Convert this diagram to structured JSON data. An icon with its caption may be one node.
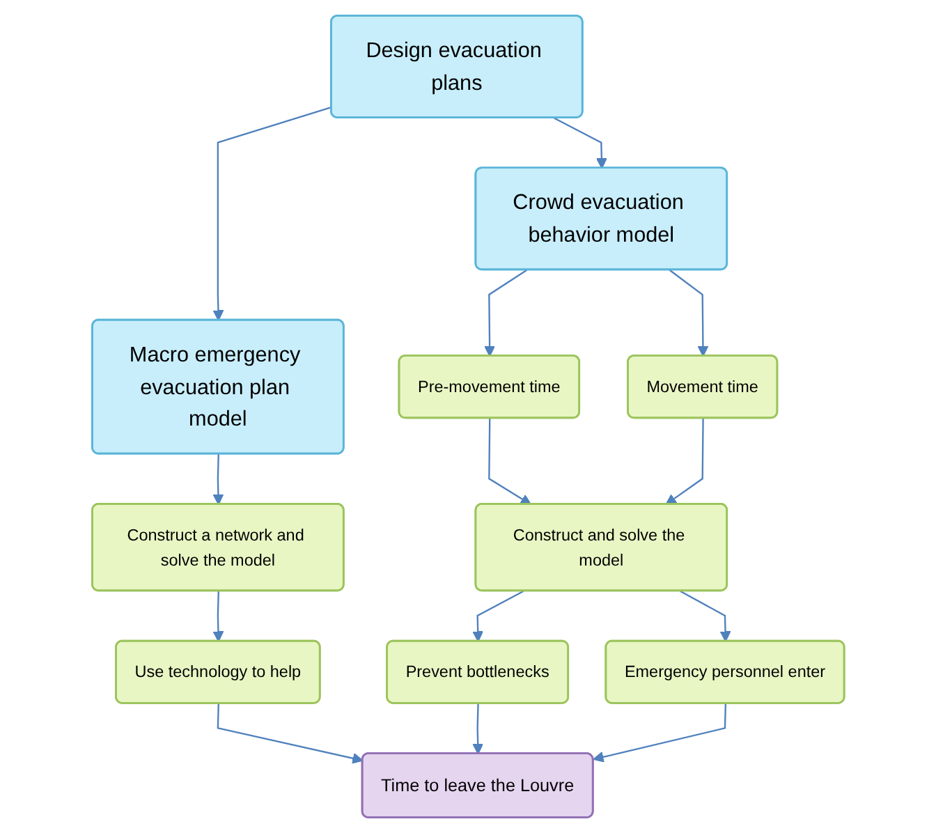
{
  "diagram": {
    "nodes": [
      {
        "text": [
          "Design evacuation plans"
        ]
      },
      {
        "text": [
          "Macro emergency evacuation plan model"
        ]
      },
      {
        "text": [
          "Crowd evacuation behavior model"
        ]
      },
      {
        "text": [
          "Construct a network and solve the model"
        ]
      },
      {
        "text": [
          "Use technology to help"
        ]
      },
      {
        "text": [
          "Pre-movement time"
        ]
      },
      {
        "text": [
          "Movement time"
        ]
      },
      {
        "text": [
          "Construct and solve the model"
        ]
      },
      {
        "text": [
          "Prevent bottlenecks"
        ]
      },
      {
        "text": [
          "Emergency personnel enter"
        ]
      },
      {
        "text": [
          "Time to leave the Louvre"
        ]
      }
    ],
    "edges": [
      {
        "from": 0,
        "to": 1,
        "arrow": "to"
      },
      {
        "from": 0,
        "to": 2,
        "arrow": "to"
      },
      {
        "from": 1,
        "to": 3,
        "arrow": "to"
      },
      {
        "from": 3,
        "to": 4,
        "arrow": "to"
      },
      {
        "from": 4,
        "to": 10,
        "arrow": "to"
      },
      {
        "from": 2,
        "to": 5,
        "arrow": "to"
      },
      {
        "from": 2,
        "to": 6,
        "arrow": "to"
      },
      {
        "from": 5,
        "to": 7,
        "arrow": "to"
      },
      {
        "from": 6,
        "to": 7,
        "arrow": "to"
      },
      {
        "from": 7,
        "to": 8,
        "arrow": "to"
      },
      {
        "from": 7,
        "to": 9,
        "arrow": "to"
      },
      {
        "from": 8,
        "to": 10,
        "arrow": "to"
      },
      {
        "from": 9,
        "to": 10,
        "arrow": "to"
      }
    ]
  }
}
